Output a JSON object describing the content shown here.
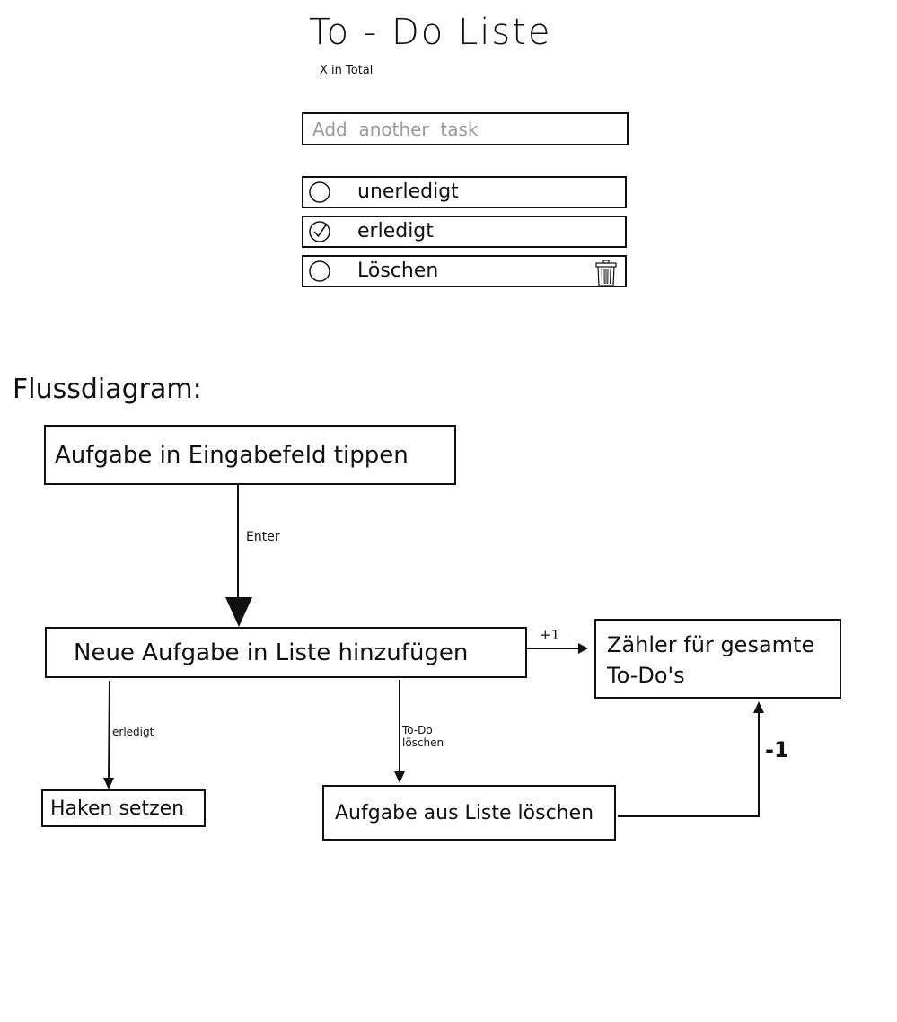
{
  "app": {
    "title": "To - Do  Liste",
    "counter_text": "X in  Total",
    "input": {
      "placeholder": "Add  another  task",
      "value": ""
    },
    "items": [
      {
        "label": "unerledigt",
        "checked": false,
        "show_trash": false
      },
      {
        "label": "erledigt",
        "checked": true,
        "show_trash": false
      },
      {
        "label": "Löschen",
        "checked": false,
        "show_trash": true
      }
    ]
  },
  "flow": {
    "heading": "Flussdiagram:",
    "nodes": {
      "type_task": "Aufgabe  in  Eingabefeld  tippen",
      "add_to_list": "Neue   Aufgabe   in  Liste  hinzufügen",
      "total_counter": "Zähler  für  gesamte To-Do's",
      "set_check": "Haken  setzen",
      "remove_from_list": "Aufgabe aus Liste   löschen"
    },
    "edges": {
      "enter": "Enter",
      "plus_one": "+1",
      "done": "erledigt",
      "delete": "To-Do löschen",
      "minus_one": "-1"
    }
  }
}
